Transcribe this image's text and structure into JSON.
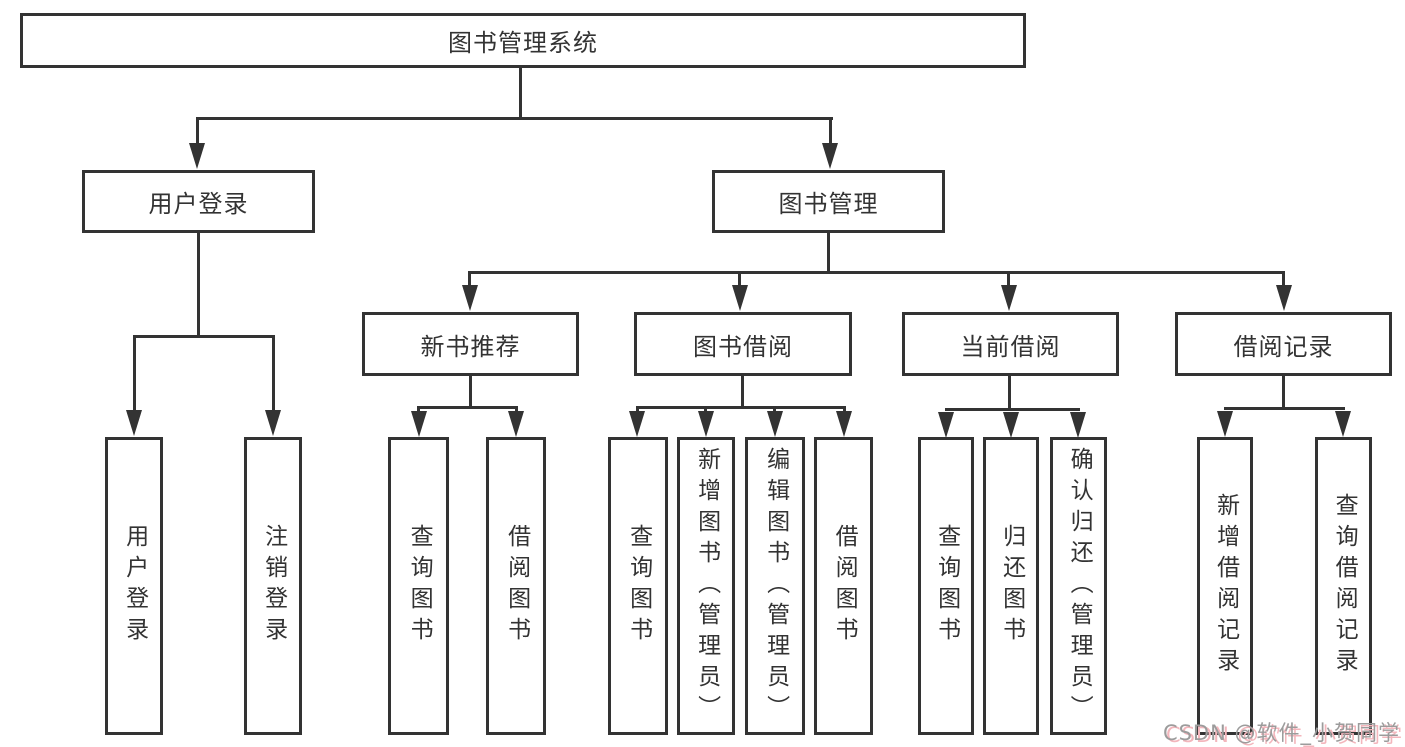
{
  "tree": {
    "label": "图书管理系统",
    "children": [
      {
        "label": "用户登录",
        "children": [
          {
            "label": "用户登录"
          },
          {
            "label": "注销登录"
          }
        ]
      },
      {
        "label": "图书管理",
        "children": [
          {
            "label": "新书推荐",
            "children": [
              {
                "label": "查询图书"
              },
              {
                "label": "借阅图书"
              }
            ]
          },
          {
            "label": "图书借阅",
            "children": [
              {
                "label": "查询图书"
              },
              {
                "label": "新增图书（管理员）"
              },
              {
                "label": "编辑图书（管理员）"
              },
              {
                "label": "借阅图书"
              }
            ]
          },
          {
            "label": "当前借阅",
            "children": [
              {
                "label": "查询图书"
              },
              {
                "label": "归还图书"
              },
              {
                "label": "确认归还（管理员）"
              }
            ]
          },
          {
            "label": "借阅记录",
            "children": [
              {
                "label": "新增借阅记录"
              },
              {
                "label": "查询借阅记录"
              }
            ]
          }
        ]
      }
    ]
  },
  "watermark": {
    "text": "CSDN @软件_小贺同学"
  },
  "colors": {
    "line": "#333333",
    "text": "#333333",
    "background": "#ffffff",
    "watermark_gray": "#9c9c9c",
    "watermark_pink": "#f3b6bc"
  }
}
